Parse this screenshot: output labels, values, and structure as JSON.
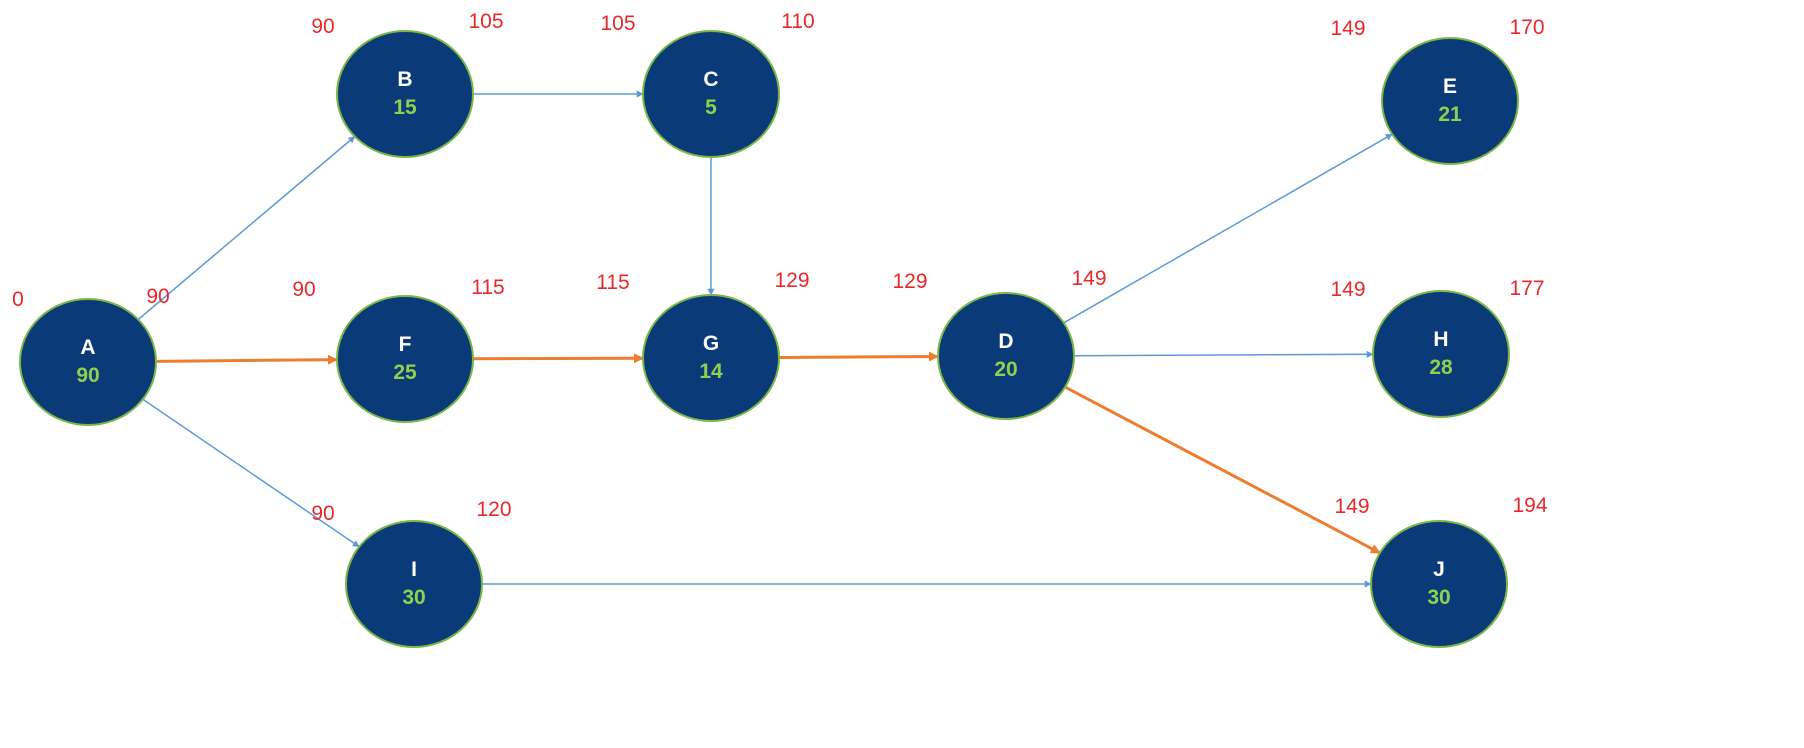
{
  "colors": {
    "background": "#ffffff",
    "node_fill": "#0b3a78",
    "node_stroke": "#7ab648",
    "letter": "#ffffff",
    "duration": "#8fd14f",
    "time_label": "#e8282b",
    "edge_normal": "#5b9bd5",
    "edge_critical": "#ed7d31"
  },
  "nodes": [
    {
      "id": "A",
      "label": "A",
      "duration": "90",
      "early_start": "0",
      "early_finish": "90"
    },
    {
      "id": "B",
      "label": "B",
      "duration": "15",
      "early_start": "90",
      "early_finish": "105"
    },
    {
      "id": "C",
      "label": "C",
      "duration": "5",
      "early_start": "105",
      "early_finish": "110"
    },
    {
      "id": "F",
      "label": "F",
      "duration": "25",
      "early_start": "90",
      "early_finish": "115"
    },
    {
      "id": "G",
      "label": "G",
      "duration": "14",
      "early_start": "115",
      "early_finish": "129"
    },
    {
      "id": "D",
      "label": "D",
      "duration": "20",
      "early_start": "129",
      "early_finish": "149"
    },
    {
      "id": "I",
      "label": "I",
      "duration": "30",
      "early_start": "90",
      "early_finish": "120"
    },
    {
      "id": "E",
      "label": "E",
      "duration": "21",
      "early_start": "149",
      "early_finish": "170"
    },
    {
      "id": "H",
      "label": "H",
      "duration": "28",
      "early_start": "149",
      "early_finish": "177"
    },
    {
      "id": "J",
      "label": "J",
      "duration": "30",
      "early_start": "149",
      "early_finish": "194"
    }
  ],
  "edges": [
    {
      "from": "A",
      "to": "B",
      "critical": false
    },
    {
      "from": "A",
      "to": "F",
      "critical": true
    },
    {
      "from": "A",
      "to": "I",
      "critical": false
    },
    {
      "from": "B",
      "to": "C",
      "critical": false
    },
    {
      "from": "C",
      "to": "G",
      "critical": false
    },
    {
      "from": "F",
      "to": "G",
      "critical": true
    },
    {
      "from": "G",
      "to": "D",
      "critical": true
    },
    {
      "from": "D",
      "to": "E",
      "critical": false
    },
    {
      "from": "D",
      "to": "H",
      "critical": false
    },
    {
      "from": "D",
      "to": "J",
      "critical": true
    },
    {
      "from": "I",
      "to": "J",
      "critical": false
    }
  ]
}
